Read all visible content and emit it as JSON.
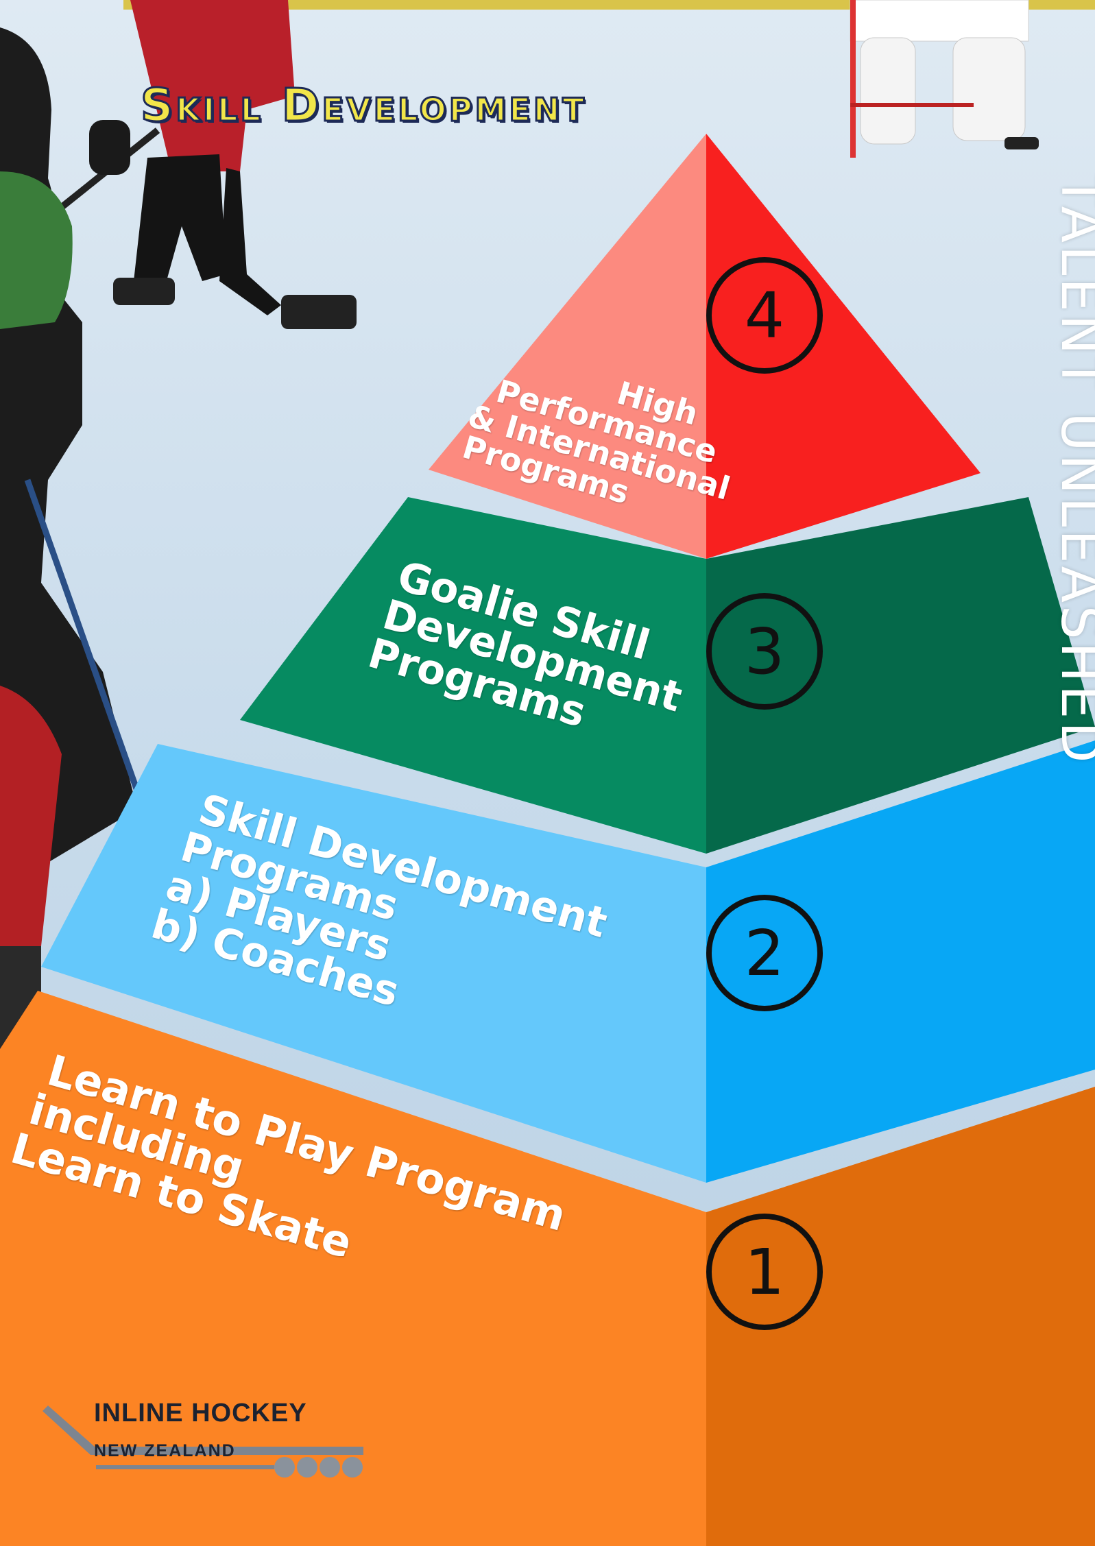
{
  "title": "Skill Development",
  "vertical_tagline": "TALENT UNLEASHED",
  "tiers": [
    {
      "number": "1",
      "lines": [
        "Learn to Play Program",
        "including",
        "Learn to Skate"
      ],
      "light_color": "#fc8424",
      "dark_color": "#e06c0c"
    },
    {
      "number": "2",
      "lines": [
        "Skill Development",
        "Programs",
        "a) Players",
        "b) Coaches"
      ],
      "light_color": "#64c8fb",
      "dark_color": "#08a7f5"
    },
    {
      "number": "3",
      "lines": [
        "Goalie Skill",
        "Development",
        "Programs"
      ],
      "light_color": "#068b61",
      "dark_color": "#05694a"
    },
    {
      "number": "4",
      "lines": [
        "High",
        "Performance",
        "& International",
        "Programs"
      ],
      "light_color": "#fc8a7f",
      "dark_color": "#f8201f"
    }
  ],
  "logo": {
    "line1": "INLINE HOCKEY",
    "line2": "NEW ZEALAND"
  },
  "colors": {
    "title_fill": "#f2e64a",
    "title_outline": "#1d2a57",
    "rink": "#c9dcea"
  }
}
